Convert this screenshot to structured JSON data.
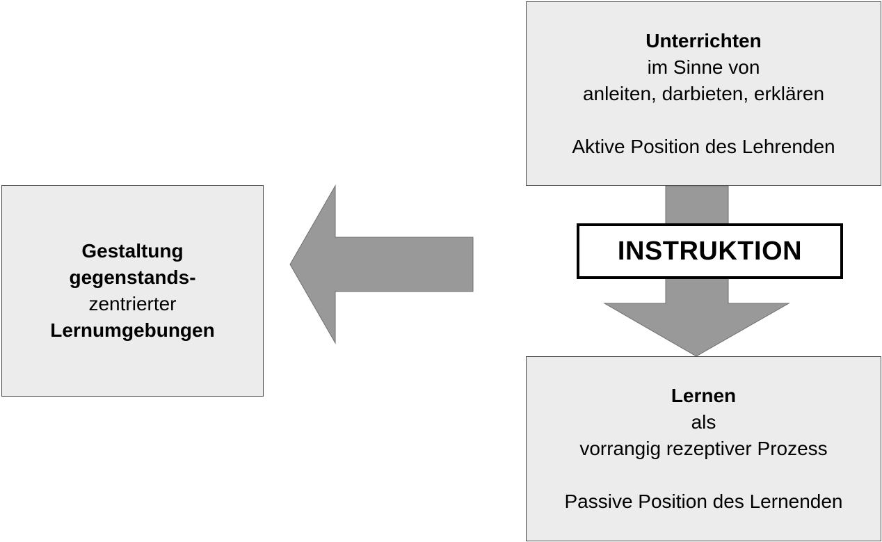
{
  "top_box": {
    "title": "Unterrichten",
    "line2": "im Sinne von",
    "line3": "anleiten, darbieten, erklären",
    "line4": "Aktive Position des Lehrenden"
  },
  "bottom_box": {
    "title": "Lernen",
    "line2": "als",
    "line3": "vorrangig rezeptiver Prozess",
    "line4": "Passive Position des Lernenden"
  },
  "left_box": {
    "line1": "Gestaltung",
    "line2": "gegenstands-",
    "line3": "zentrierter",
    "line4": "Lernumgebungen"
  },
  "center_label": "INSTRUKTION",
  "colors": {
    "box_fill": "#ececec",
    "arrow_fill": "#999999",
    "border": "#4a4a4a"
  }
}
